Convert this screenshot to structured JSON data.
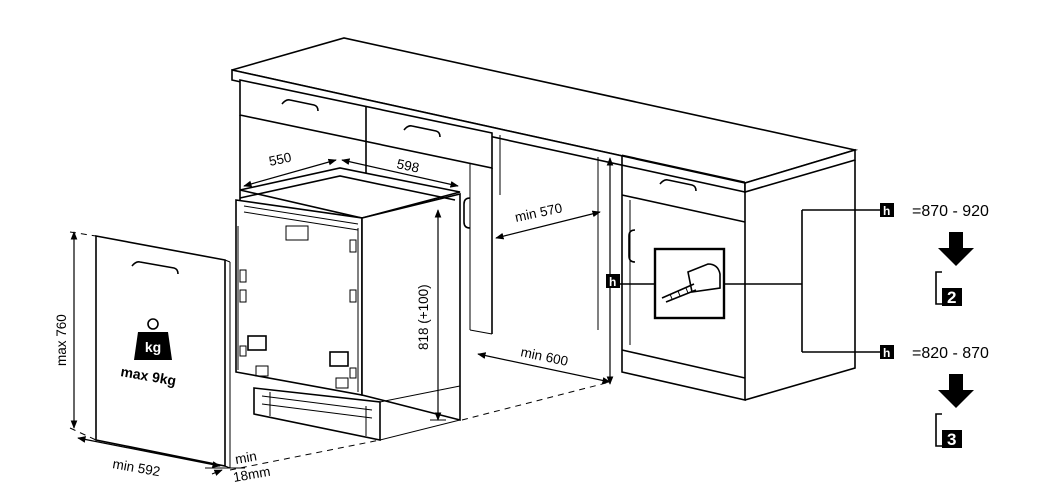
{
  "dimensions": {
    "depth": "550",
    "width": "598",
    "cabinet_depth_min": "min 570",
    "floor_width_min": "min 600",
    "height_range": "818 (+100)",
    "door_height_max": "max 760",
    "door_width_min": "min 592",
    "door_thickness_min_label": "min",
    "door_thickness_value": "18mm"
  },
  "weight": {
    "unit_icon": "kg",
    "max_label": "max 9kg"
  },
  "height_options": {
    "symbol": "h",
    "options": [
      {
        "range": "=870 - 920",
        "step": "2"
      },
      {
        "range": "=820 - 870",
        "step": "3"
      }
    ]
  },
  "icons": {
    "weight": "weight-kg-icon",
    "tape": "tape-measure-icon",
    "arrow": "arrow-down-icon",
    "step_marker": "step-number-icon"
  }
}
